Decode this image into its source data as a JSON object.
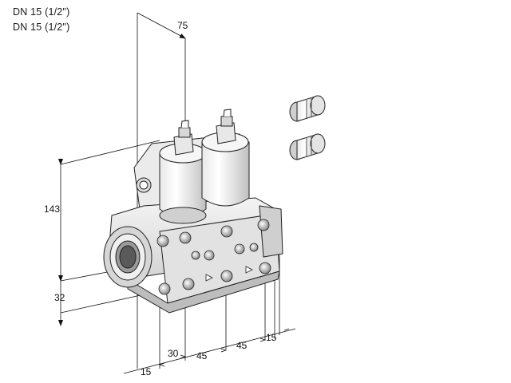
{
  "header": {
    "line1": "DN 15 (1/2\")",
    "line2": "DN 15 (1/2\")"
  },
  "dimensions": {
    "depth_top": "75",
    "height_total": "143",
    "height_base": "32",
    "w_15_bottom": "15",
    "w_30": "30",
    "w_45_a": "45",
    "w_45_b": "45",
    "w_15_right": "15"
  }
}
